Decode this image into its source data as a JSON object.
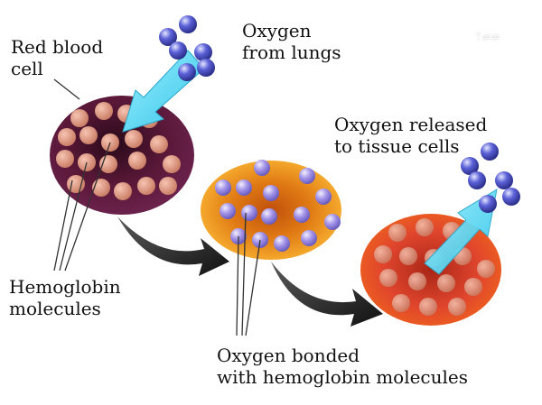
{
  "labels": {
    "red_blood_cell_line1": "Red blood",
    "red_blood_cell_line2": "cell",
    "oxygen_from_lungs_line1": "Oxygen",
    "oxygen_from_lungs_line2": "from lungs",
    "oxygen_released_line1": "Oxygen released",
    "oxygen_released_line2": "to tissue cells",
    "hemoglobin_line1": "Hemoglobin",
    "hemoglobin_line2": "molecules",
    "oxygen_bonded_line1": "Oxygen bonded",
    "oxygen_bonded_line2": "with hemoglobin molecules"
  },
  "watermark": "ᛘ≠≠",
  "colors": {
    "cell_unoxygenated": "#5a1838",
    "cell_bonded": "#f2a01d",
    "cell_released": "#e0452d",
    "hemoglobin": "#e29b83",
    "oxygen": "#4a4fc8",
    "bonded_oxygen": "#9c8fe0",
    "flow_arrow": "#5ed8f0",
    "transition_arrow": "#3a3a3a"
  }
}
